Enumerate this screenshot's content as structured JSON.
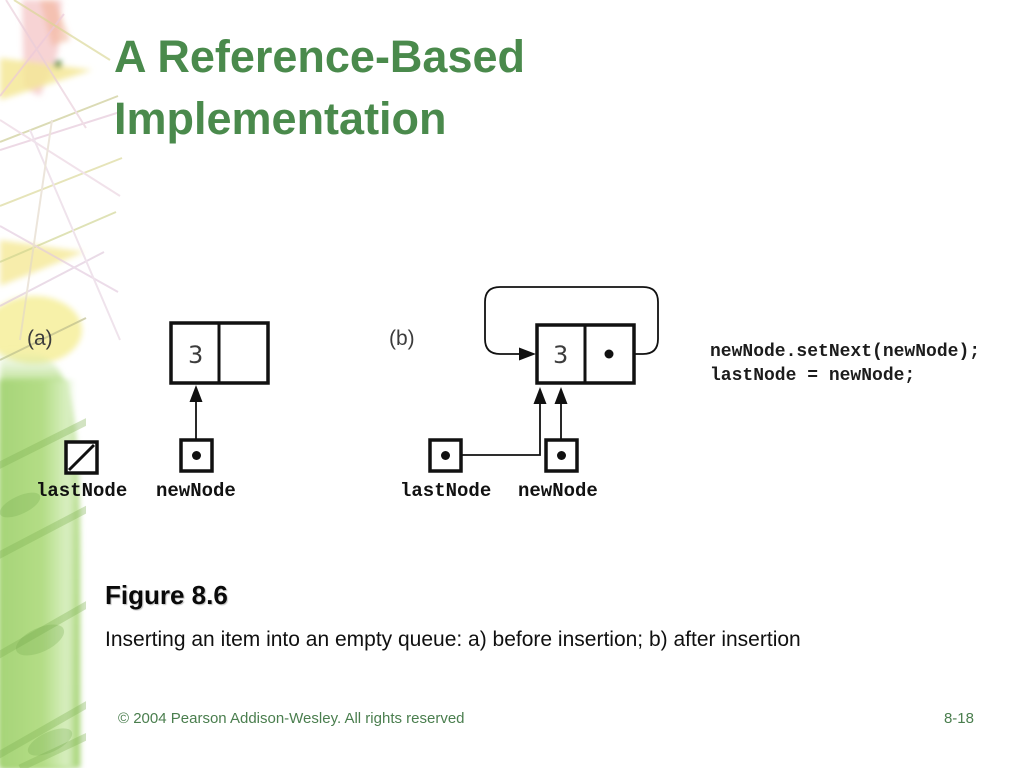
{
  "slide": {
    "title_line1": "A Reference-Based",
    "title_line2": "Implementation",
    "accent_color": "#4a8a4c"
  },
  "figure": {
    "part_a": {
      "label": "(a)",
      "node_value": "3",
      "lastnode_label": "lastNode",
      "newnode_label": "newNode"
    },
    "part_b": {
      "label": "(b)",
      "node_value": "3",
      "lastnode_label": "lastNode",
      "newnode_label": "newNode"
    },
    "code_line1": "newNode.setNext(newNode);",
    "code_line2": "lastNode = newNode;"
  },
  "caption": {
    "title": "Figure 8.6",
    "text": "Inserting an item into an empty queue: a) before insertion; b) after insertion"
  },
  "footer": {
    "copyright": "© 2004 Pearson Addison-Wesley. All rights reserved",
    "page_number": "8-18"
  }
}
